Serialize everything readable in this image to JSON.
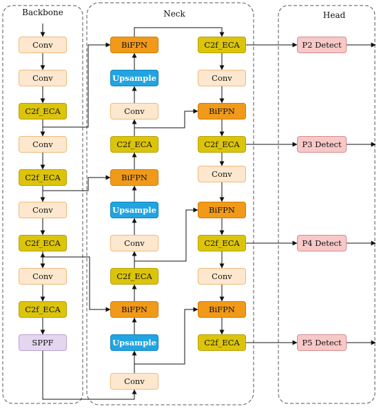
{
  "panels": {
    "backbone": "Backbone",
    "neck": "Neck",
    "head": "Head"
  },
  "blocks": {
    "bb_conv1": "Conv",
    "bb_conv2": "Conv",
    "bb_c2f1": "C2f_ECA",
    "bb_conv3": "Conv",
    "bb_c2f2": "C2f_ECA",
    "bb_conv4": "Conv",
    "bb_c2f3": "C2f_ECA",
    "bb_conv5": "Conv",
    "bb_c2f4": "C2f_ECA",
    "bb_sppf": "SPPF",
    "nl_bifpn1": "BiFPN",
    "nl_up1": "Upsample",
    "nl_conv1": "Conv",
    "nl_c2f1": "C2f_ECA",
    "nl_bifpn2": "BiFPN",
    "nl_up2": "Upsample",
    "nl_conv2": "Conv",
    "nl_c2f2": "C2f_ECA",
    "nl_bifpn3": "BiFPN",
    "nl_up3": "Upsample",
    "nl_conv3": "Conv",
    "nr_c2f1": "C2f_ECA",
    "nr_conv1": "Conv",
    "nr_bifpn1": "BiFPN",
    "nr_c2f2": "C2f_ECA",
    "nr_conv2": "Conv",
    "nr_bifpn2": "BiFPN",
    "nr_c2f3": "C2f_ECA",
    "nr_conv3": "Conv",
    "nr_bifpn3": "BiFPN",
    "nr_c2f4": "C2f_ECA",
    "hd_p2": "P2 Detect",
    "hd_p3": "P3 Detect",
    "hd_p4": "P4 Detect",
    "hd_p5": "P5 Detect"
  }
}
